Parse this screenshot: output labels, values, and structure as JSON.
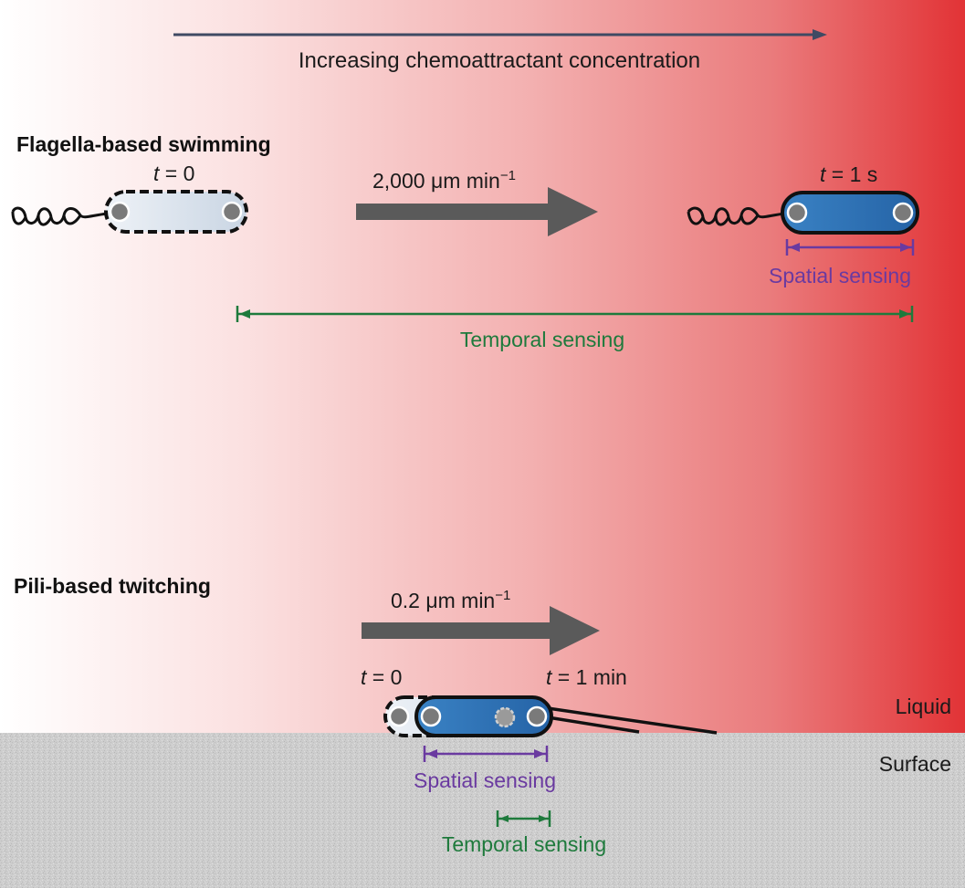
{
  "gradient": {
    "label": "Increasing chemoattractant concentration",
    "colors": {
      "low": "#ffffff",
      "mid": "#f4b3b3",
      "high": "#e23336"
    }
  },
  "swimming": {
    "heading": "Flagella-based swimming",
    "speed_value": "2,000 μm min",
    "speed_exp": "−1",
    "t0_var": "t",
    "t0_rest": " = 0",
    "t1_var": "t",
    "t1_rest": " = 1 s",
    "spatial_label": "Spatial sensing",
    "temporal_label": "Temporal sensing"
  },
  "twitching": {
    "heading": "Pili-based twitching",
    "speed_value": "0.2 μm min",
    "speed_exp": "−1",
    "t0_var": "t",
    "t0_rest": " = 0",
    "t1_var": "t",
    "t1_rest": " = 1 min",
    "liquid_label": "Liquid",
    "surface_label": "Surface",
    "spatial_label": "Spatial sensing",
    "temporal_label": "Temporal sensing"
  },
  "colors": {
    "axis_arrow": "#3f4a63",
    "speed_arrow": "#5a5a5a",
    "cell_fill": "#2b6fb5",
    "ghost_fill": "#dfe6ef",
    "spatial": "#6a3aa0",
    "temporal": "#1e7a3c",
    "surface": "#c9c9c9"
  }
}
